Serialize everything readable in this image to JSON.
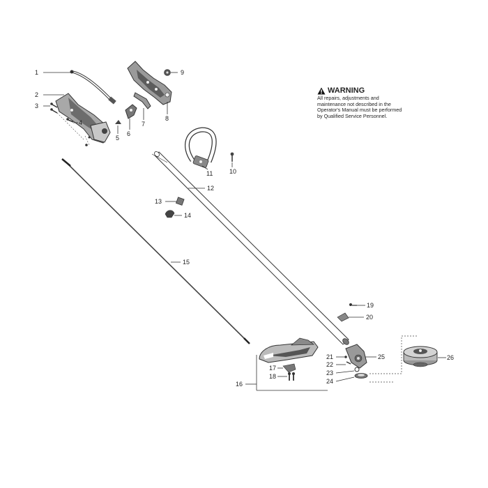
{
  "warning": {
    "title": "WARNING",
    "text": "All repairs, adjustments and maintenance not described in the Operator's Manual must be performed by Qualified Service Personnel."
  },
  "callouts": {
    "c1": "1",
    "c2": "2",
    "c3": "3",
    "c4": "4",
    "c5": "5",
    "c6": "6",
    "c7": "7",
    "c8": "8",
    "c9": "9",
    "c10": "10",
    "c11": "11",
    "c12": "12",
    "c13": "13",
    "c14": "14",
    "c15": "15",
    "c16": "16",
    "c17": "17",
    "c18": "18",
    "c19": "19",
    "c20": "20",
    "c21": "21",
    "c22": "22",
    "c23": "23",
    "c24": "24",
    "c25": "25",
    "c26": "26"
  }
}
